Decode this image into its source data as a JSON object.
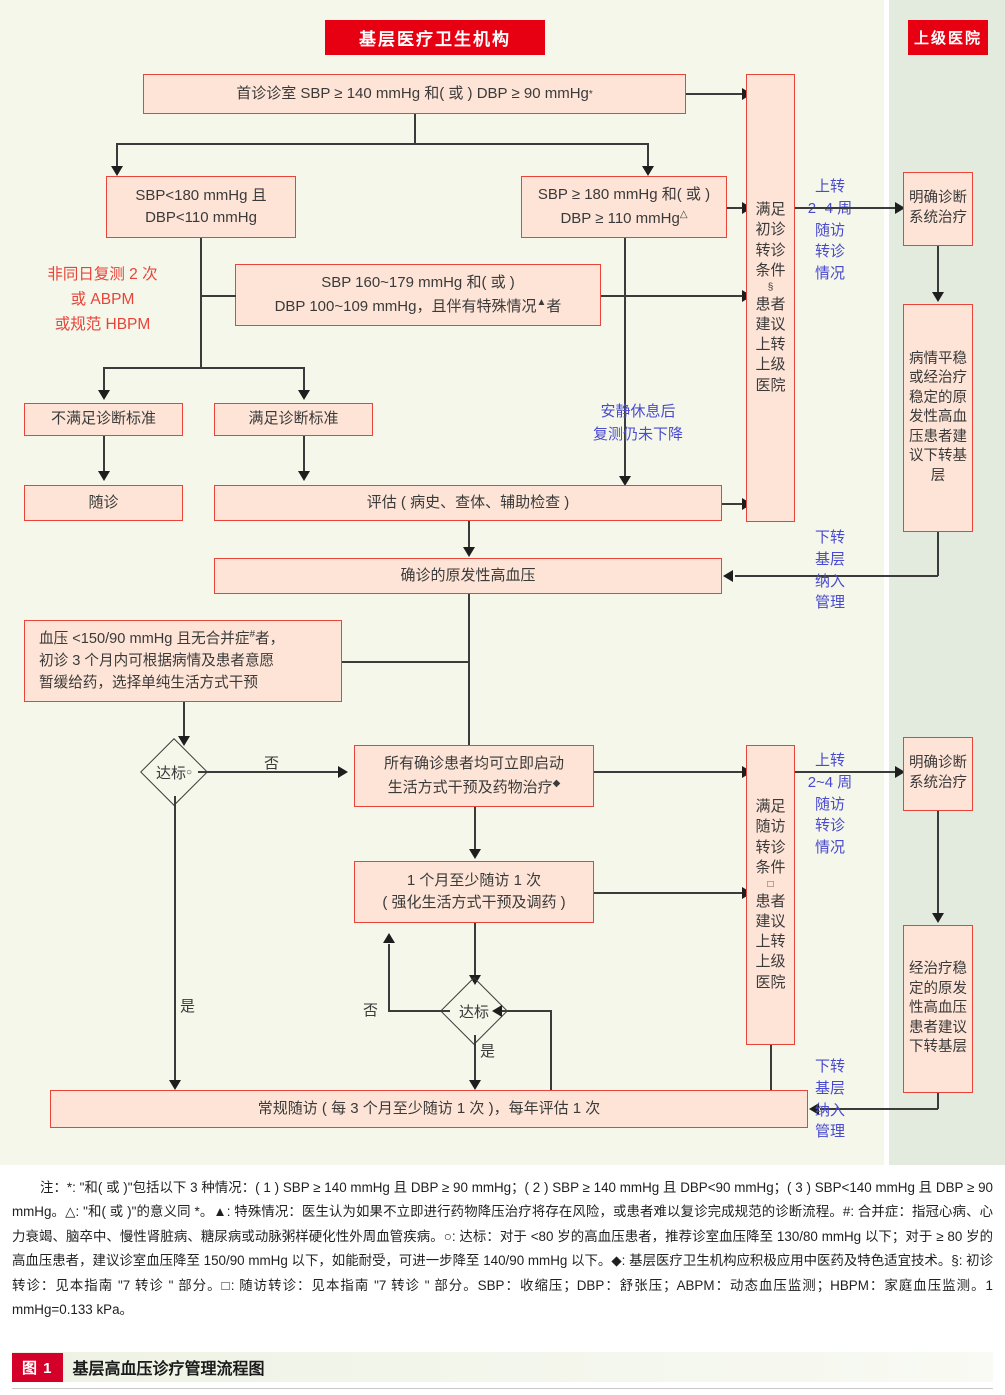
{
  "panels": {
    "primary_care_tag": "基层医疗卫生机构",
    "hospital_tag": "上级医院"
  },
  "boxes": {
    "first_visit": "首诊诊室 SBP ≥ 140 mmHg 和( 或 ) DBP ≥ 90 mmHg",
    "first_visit_sup": "*",
    "sbp_lt180_l1": "SBP<180 mmHg 且",
    "sbp_lt180_l2": "DBP<110 mmHg",
    "sbp_ge180_l1": "SBP ≥ 180 mmHg 和( 或 )",
    "sbp_ge180_l2": "DBP ≥ 110 mmHg",
    "sbp_ge180_sup": "△",
    "sbp_160_l1": "SBP 160~179 mmHg 和( 或 )",
    "sbp_160_l2": "DBP 100~109 mmHg，且伴有特殊情况",
    "sbp_160_sup": "▲",
    "sbp_160_l2_tail": "者",
    "not_meet_criteria": "不满足诊断标准",
    "meet_criteria": "满足诊断标准",
    "followup_simple": "随诊",
    "assessment": "评估 ( 病史、查体、辅助检查 )",
    "confirmed_hypertension": "确诊的原发性高血压",
    "defer_med_l1": "血压 <150/90 mmHg 且无合并症",
    "defer_med_sup": "#",
    "defer_med_l1_tail": "者，",
    "defer_med_l2": "初诊 3 个月内可根据病情及患者意愿",
    "defer_med_l3": "暂缓给药，选择单纯生活方式干预",
    "start_treatment_l1": "所有确诊患者均可立即启动",
    "start_treatment_l2": "生活方式干预及药物治疗",
    "start_treatment_sup": "◆",
    "monthly_followup_l1": "1 个月至少随访 1 次",
    "monthly_followup_l2": "( 强化生活方式干预及调药 )",
    "routine_followup": "常规随访 ( 每 3 个月至少随访 1 次 )，每年评估 1 次"
  },
  "vboxes": {
    "refer_up_initial": [
      "满足",
      "初诊",
      "转诊",
      "条件",
      "患者",
      "建议",
      "上转",
      "上级",
      "医院"
    ],
    "refer_up_initial_sup": "§",
    "refer_up_followup": [
      "满足",
      "随访",
      "转诊",
      "条件",
      "患者",
      "建议",
      "上转",
      "上级",
      "医院"
    ],
    "refer_up_followup_sup": "□",
    "hospital_diagnose_top": [
      "明确诊断",
      "系统治疗"
    ],
    "hospital_stable_top": [
      "病情平稳",
      "或经治疗",
      "稳定的原",
      "发性高血",
      "压患者建",
      "议下转基",
      "层"
    ],
    "hospital_diagnose_bottom": [
      "明确诊断",
      "系统治疗"
    ],
    "hospital_stable_bottom": [
      "经治疗稳",
      "定的原发",
      "性高血压",
      "患者建议",
      "下转基层"
    ]
  },
  "diamonds": {
    "target_1": "达标",
    "target_1_sup": "○",
    "target_2": "达标"
  },
  "labels": {
    "repeat_measure": [
      "非同日复测 2 次",
      "或 ABPM",
      "或规范 HBPM"
    ],
    "rest_recheck": [
      "安静休息后",
      "复测仍未下降"
    ],
    "refer_up_top": [
      "上转",
      "2~4 周",
      "随访",
      "转诊",
      "情况"
    ],
    "refer_down_top": [
      "下转",
      "基层",
      "纳入",
      "管理"
    ],
    "refer_up_bottom": [
      "上转",
      "2~4 周",
      "随访",
      "转诊",
      "情况"
    ],
    "refer_down_bottom": [
      "下转",
      "基层",
      "纳入",
      "管理"
    ],
    "no_1": "否",
    "yes_1": "是",
    "no_2": "否",
    "yes_2": "是"
  },
  "notes": {
    "line_all": "注：*: \"和( 或 )\"包括以下 3 种情况：( 1 ) SBP ≥ 140 mmHg 且 DBP ≥ 90 mmHg；( 2 ) SBP ≥ 140 mmHg 且 DBP<90 mmHg；( 3 ) SBP<140 mmHg 且 DBP ≥ 90 mmHg。△: \"和( 或 )\"的意义同 *。▲: 特殊情况：医生认为如果不立即进行药物降压治疗将存在风险，或患者难以复诊完成规范的诊断流程。#: 合并症：指冠心病、心力衰竭、脑卒中、慢性肾脏病、糖尿病或动脉粥样硬化性外周血管疾病。○: 达标：对于 <80 岁的高血压患者，推荐诊室血压降至 130/80 mmHg 以下；对于 ≥ 80 岁的高血压患者，建议诊室血压降至 150/90 mmHg 以下，如能耐受，可进一步降至 140/90 mmHg 以下。◆: 基层医疗卫生机构应积极应用中医药及特色适宜技术。§: 初诊转诊：见本指南 \"7 转诊 \" 部分。□: 随访转诊：见本指南 \"7 转诊 \" 部分。SBP：收缩压；DBP：舒张压；ABPM：动态血压监测；HBPM：家庭血压监测。1 mmHg=0.133 kPa。"
  },
  "figure_caption": {
    "tag": "图 1",
    "text": "基层高血压诊疗管理流程图"
  },
  "colors": {
    "panel_left_bg": "#f4f7e9",
    "panel_right_bg": "#e2ebdd",
    "box_fill": "#fde4d6",
    "box_border": "#e8443a",
    "red_tag": "#e60012",
    "blue_label": "#4a4ad0",
    "red_label": "#e8443a",
    "connector": "#3b3b3b"
  }
}
